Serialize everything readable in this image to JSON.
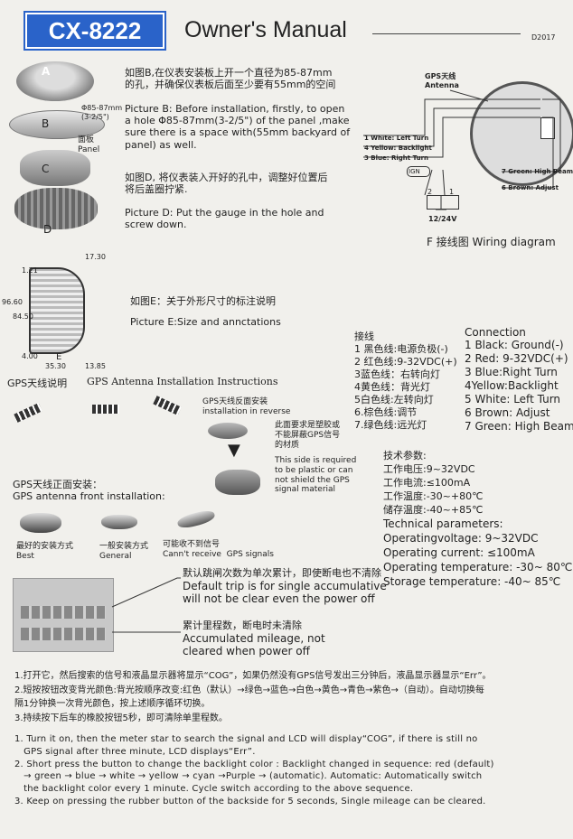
{
  "header": {
    "brand": "CX-8222",
    "title": "Owner's Manual",
    "code": "D2017"
  },
  "gauge_parts": {
    "a": "A",
    "b": "B",
    "c": "C",
    "d": "D",
    "dim": "Φ85-87mm\n(3-2/5\")",
    "panel": "面板\nPanel"
  },
  "install": {
    "cn_b": "如图B,在仪表安装板上开一个直径为85-87mm\n的孔，并确保仪表板后面至少要有55mm的空间",
    "en_b": "Picture B: Before installation, firstly, to open\na hole Φ85-87mm(3-2/5\") of the panel ,make\nsure there is a space with(55mm backyard of\npanel) as well.",
    "cn_d": "如图D, 将仪表装入开好的孔中，调整好位置后\n将后盖圈拧紧.",
    "en_d": "Picture D: Put the gauge in the hole and\nscrew down."
  },
  "wiring": {
    "gps_label": "GPS天线\nAntenna",
    "w1": "1 White: Left Turn",
    "w4": "4 Yellow: Backlight",
    "w3": "3 Blue: Right Turn",
    "ign": "IGN",
    "w7": "7 Green: High Beam",
    "w6": "6 Brown: Adjust",
    "n2": "2",
    "n1": "1",
    "volt": "12/24V",
    "caption": "F 接线图 Wiring diagram"
  },
  "dims": {
    "d1730": "17.30",
    "d121": "1.21",
    "d9660": "96.60",
    "d8450": "84.50",
    "d400": "4.00",
    "d3530": "35.30",
    "d1385": "13.85",
    "e": "E"
  },
  "picture_e": {
    "cn": "如图E：关于外形尺寸的标注说明",
    "en": "Picture E:Size and annctations"
  },
  "connection": {
    "cn_title": "接线",
    "cn_items": [
      "1 黑色线:电源负极(-)",
      "2 红色线:9-32VDC(+)",
      "3蓝色线：右转向灯",
      "4黄色线：背光灯",
      "5白色线:左转向灯",
      "6.棕色线:调节",
      "7.绿色线:远光灯"
    ],
    "en_title": "Connection",
    "en_items": [
      "1 Black: Ground(-)",
      "2 Red: 9-32VDC(+)",
      "3 Blue:Right Turn",
      "4Yellow:Backlight",
      "5 White: Left Turn",
      "6 Brown: Adjust",
      "7 Green: High Beam"
    ]
  },
  "gps": {
    "title_cn": "GPS天线说明",
    "title_en": "GPS Antenna Installation Instructions",
    "reverse": "GPS天线反面安装\ninstallation in reverse",
    "req_cn": "此面要求是塑胶或\n不能屏蔽GPS信号\n的材质",
    "req_en": "This side is required\nto be plastic or can\nnot shield the GPS\nsignal material",
    "front": "GPS天线正面安装：\nGPS antenna front installation:",
    "best": "最好的安装方式\nBest",
    "general": "一般安装方式\nGeneral",
    "cant": "可能收不到信号\nCann't receive  GPS signals"
  },
  "tech": {
    "cn_title": "技术参数:",
    "cn_items": [
      "工作电压:9~32VDC",
      "工作电流:≤100mA",
      "工作温度:-30~+80℃",
      "储存温度:-40~+85℃"
    ],
    "en_title": "Technical parameters:",
    "en_items": [
      "Operatingvoltage: 9~32VDC",
      "Operating current: ≤100mA",
      "Operating temperature: -30~ 80℃",
      "Storage temperature: -40~ 85℃"
    ]
  },
  "display": {
    "trip_cn": "默认跳闸次数为单次累计，即使断电也不清除",
    "trip_en": "Default trip is for single accumulative\nwill not be clear even the power off",
    "acc_cn": "累计里程数，断电时未清除",
    "acc_en": "Accumulated mileage, not\ncleared when power off"
  },
  "notes_cn": "1.打开它，然后搜索的信号和液晶显示器将显示“COG”，如果仍然没有GPS信号发出三分钟后，液晶显示器显示“Err”。\n2.短按按钮改变背光颜色:背光按顺序改变:红色（默认）→绿色→蓝色→白色→黄色→青色→紫色→（自动）。自动切换每\n隔1分钟换一次背光颜色，按上述顺序循环切换。\n3.持续按下后车的橡胶按钮5秒，即可清除单里程数。",
  "notes_en": "1. Turn it on, then the meter star to search the signal and LCD will display“COG”, if there is still no\n   GPS signal after three minute, LCD displays“Err”.\n2. Short press the button to change the backlight color : Backlight changed in sequence: red (default)\n   → green → blue → white → yellow → cyan →Purple → (automatic). Automatic: Automatically switch\n   the backlight color every 1 minute. Cycle switch according to the above sequence.\n3. Keep on pressing the rubber button of the backside for 5 seconds, Single mileage can be cleared."
}
